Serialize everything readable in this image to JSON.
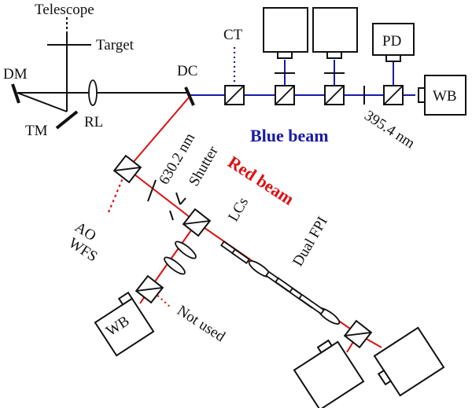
{
  "labels": {
    "telescope": "Telescope",
    "target": "Target",
    "dm": "DM",
    "tm": "TM",
    "rl": "RL",
    "dc": "DC",
    "ct": "CT",
    "pd": "PD",
    "wb_top": "WB",
    "wb_bottom": "WB",
    "blue_beam": "Blue beam",
    "wavelength_blue": "395.4 nm",
    "red_beam": "Red beam",
    "wavelength_red": "630.2 nm",
    "shutter": "Shutter",
    "ao": "AO",
    "wfs": "WFS",
    "lcs": "LCs",
    "dual_fpi": "Dual FPI",
    "not_used": "Not used"
  },
  "colors": {
    "blue_beam": "#1a1aa8",
    "red_beam": "#dd1111",
    "ink": "#111111"
  }
}
